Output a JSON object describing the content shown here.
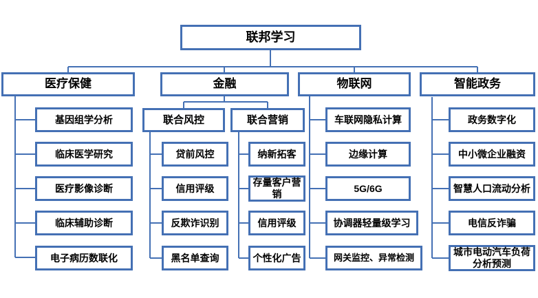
{
  "colors": {
    "node_border": "#4470b4",
    "connector": "#4470b4",
    "text": "#000000",
    "background": "#ffffff"
  },
  "root": {
    "label": "联邦学习"
  },
  "branches": [
    {
      "label": "医疗保健",
      "children": [
        {
          "label": "基因组学分析"
        },
        {
          "label": "临床医学研究"
        },
        {
          "label": "医疗影像诊断"
        },
        {
          "label": "临床辅助诊断"
        },
        {
          "label": "电子病历数联化"
        }
      ]
    },
    {
      "label": "金融",
      "groups": [
        {
          "label": "联合风控",
          "children": [
            {
              "label": "贷前风控"
            },
            {
              "label": "信用评级"
            },
            {
              "label": "反欺诈识别"
            },
            {
              "label": "黑名单查询"
            }
          ]
        },
        {
          "label": "联合营销",
          "children": [
            {
              "label": "纳新拓客"
            },
            {
              "label": "存量客户营销"
            },
            {
              "label": "信用评级"
            },
            {
              "label": "个性化广告"
            }
          ]
        }
      ]
    },
    {
      "label": "物联网",
      "children": [
        {
          "label": "车联网隐私计算"
        },
        {
          "label": "边缘计算"
        },
        {
          "label": "5G/6G"
        },
        {
          "label": "协调器轻量级学习"
        },
        {
          "label": "网关监控、异常检测"
        }
      ]
    },
    {
      "label": "智能政务",
      "children": [
        {
          "label": "政务数字化"
        },
        {
          "label": "中小微企业融资"
        },
        {
          "label": "智慧人口流动分析"
        },
        {
          "label": "电信反诈骗"
        },
        {
          "label": "城市电动汽车负荷分析预测"
        }
      ]
    }
  ]
}
